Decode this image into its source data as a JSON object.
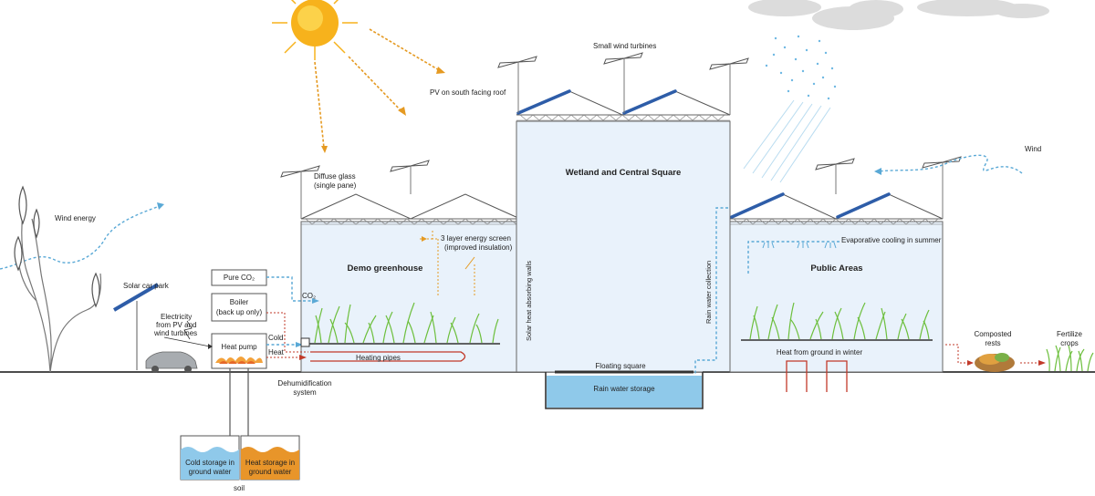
{
  "labels": {
    "small_wind_turbines": "Small wind turbines",
    "pv_roof": "PV on south facing roof",
    "diffuse_glass_1": "Diffuse glass",
    "diffuse_glass_2": "(single pane)",
    "wetland": "Wetland and Central Square",
    "wind": "Wind",
    "wind_energy": "Wind energy",
    "energy_screen_1": "3 layer energy screen",
    "energy_screen_2": "(improved insulation)",
    "demo_greenhouse": "Demo greenhouse",
    "public_areas": "Public Areas",
    "evaporative": "Evaporative cooling in summer",
    "rain_collection": "Rain water collection",
    "solar_walls": "Solar heat absorbing walls",
    "solar_car_park": "Solar car park",
    "pure_co2": "Pure CO₂",
    "co2": "CO₂",
    "boiler_1": "Boiler",
    "boiler_2": "(back up only)",
    "electricity_1": "Electricity",
    "electricity_2": "from PV and",
    "electricity_3": "wind turbines",
    "heat_pump": "Heat pump",
    "cold": "Cold",
    "heat": "Heat",
    "heating_pipes": "Heating pipes",
    "floating_square": "Floating square",
    "rain_storage": "Rain water storage",
    "heat_ground": "Heat from ground in winter",
    "composted_1": "Composted",
    "composted_2": "rests",
    "fertilize_1": "Fertilize",
    "fertilize_2": "crops",
    "dehumid_1": "Dehumidification",
    "dehumid_2": "system",
    "cold_storage_1": "Cold storage in",
    "cold_storage_2": "ground water",
    "heat_storage_1": "Heat storage in",
    "heat_storage_2": "ground water",
    "soil": "soil"
  },
  "colors": {
    "glass": "#e9f2fb",
    "pv_panel": "#2e5da8",
    "solar_wall": "#b95a3a",
    "sun": "#f7b21c",
    "sun_arrows": "#e59a22",
    "wind_arrows": "#5aa9d6",
    "water": "#8fc9ea",
    "heat_storage": "#e8952a",
    "heat_pipes": "#c23a2a",
    "grass": "#6cbf3c"
  },
  "icons": [
    "sun-icon",
    "cloud-icon",
    "rain-icon",
    "wind-turbine-icon",
    "car-icon",
    "solar-panel-icon",
    "compost-icon"
  ]
}
